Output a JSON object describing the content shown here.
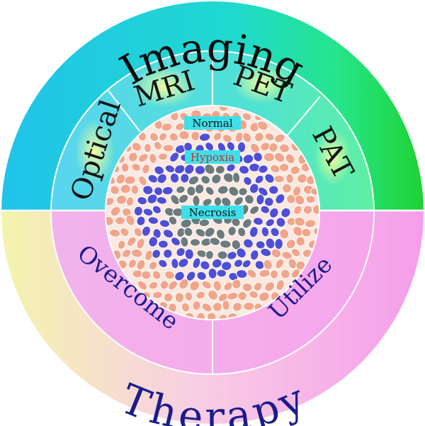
{
  "outer": {
    "imaging_label": "Imaging",
    "therapy_label": "Therapy"
  },
  "imaging_modalities": [
    "Optical",
    "MRI",
    "PET",
    "PAT"
  ],
  "therapy_strategies": [
    "Overcome",
    "Utilize"
  ],
  "tumor_zones": {
    "normal": "Normal",
    "hypoxia": "Hypoxia",
    "necrosis": "Necrosis"
  },
  "colors": {
    "imaging_cyan": "#1ed2e6",
    "imaging_green": "#22d83a",
    "therapy_pink": "#f7a3ea",
    "therapy_yellow": "#f6f4b3",
    "normal_cell": "#f1a58a",
    "hypoxia_cell": "#4f4ed6",
    "necrosis_cell": "#6d7b7d",
    "hypoxia_text": "#e02323",
    "label_box": "#3de0ea"
  }
}
